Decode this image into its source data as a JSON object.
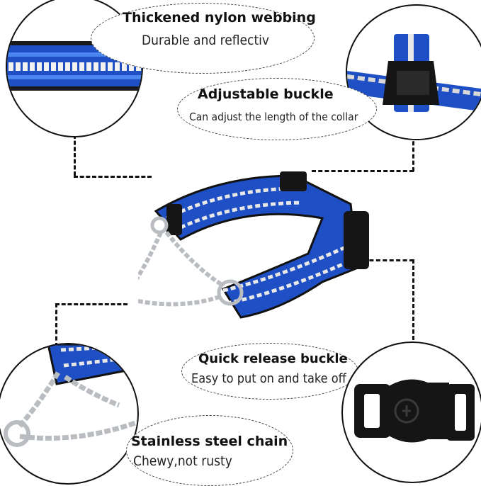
{
  "features": {
    "webbing": {
      "title": "Thickened nylon webbing",
      "subtitle": "Durable and reflectiv"
    },
    "adjustable": {
      "title": "Adjustable buckle",
      "subtitle": "Can adjust the length of the collar"
    },
    "quick_release": {
      "title": "Quick release buckle",
      "subtitle": "Easy to put on and take off"
    },
    "chain": {
      "title": "Stainless steel chain",
      "subtitle": "Chewy,not rusty"
    }
  },
  "colors": {
    "webbing_blue": "#1f4fc4",
    "webbing_dark": "#0d2f8a",
    "reflective": "#f2f2f2",
    "buckle_black": "#151515",
    "chain_silver": "#b9bcc0"
  }
}
